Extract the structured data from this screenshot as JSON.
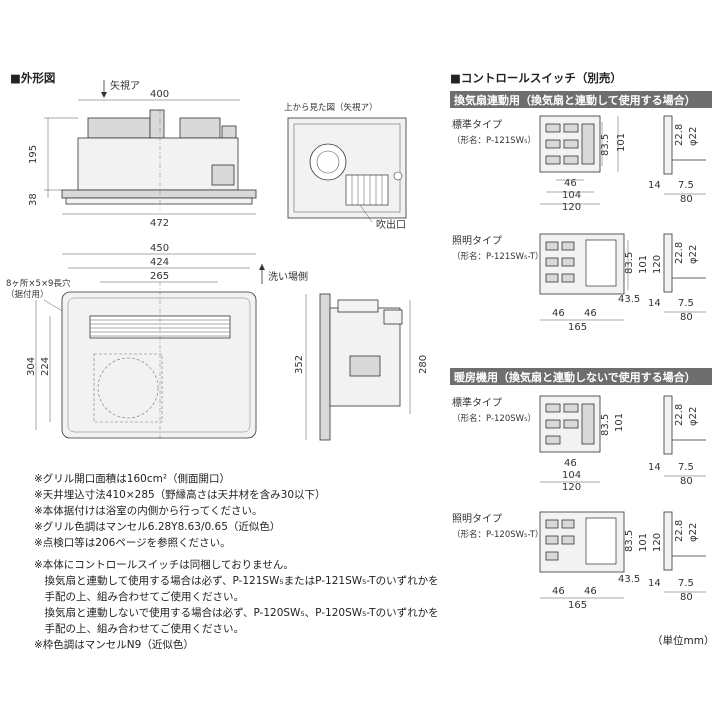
{
  "outline": {
    "title": "■外形図",
    "arrow_view": "矢視ア",
    "top_view_label": "上から見た図（矢視ア）",
    "blow_out": "吹出口",
    "wash_side": "洗い場側",
    "mount_holes": "8ヶ所×5×9長穴",
    "mount_holes_sub": "（据付用）",
    "dims": {
      "w400": "400",
      "h195": "195",
      "h38": "38",
      "w472": "472",
      "w450": "450",
      "w424": "424",
      "w265": "265",
      "h304": "304",
      "h224": "224",
      "h352": "352",
      "h280": "280"
    }
  },
  "switch": {
    "title": "■コントロールスイッチ（別売）",
    "group1_bar": "換気扇連動用（換気扇と連動して使用する場合）",
    "group2_bar": "暖房機用（換気扇と連動しないで使用する場合）",
    "types": [
      {
        "name": "標準タイプ",
        "model": "（形名：P-121SW₅）"
      },
      {
        "name": "照明タイプ",
        "model": "（形名：P-121SW₅-T）"
      },
      {
        "name": "標準タイプ",
        "model": "（形名：P-120SW₅）"
      },
      {
        "name": "照明タイプ",
        "model": "（形名：P-120SW₅-T）"
      }
    ],
    "dims": {
      "d46": "46",
      "d104": "104",
      "d120": "120",
      "d83_5": "83.5",
      "d101": "101",
      "d22_8": "22.8",
      "phi22": "φ22",
      "d14": "14",
      "d7_5": "7.5",
      "d80": "80",
      "d43_5": "43.5",
      "d165": "165"
    }
  },
  "notes": [
    "※グリル開口面積は160cm²（側面開口）",
    "※天井埋込寸法410×285（野縁高さは天井材を含み30以下）",
    "※本体据付けは浴室の内側から行ってください。",
    "※グリル色調はマンセル6.28Y8.63/0.65（近似色）",
    "※点検口等は206ページを参照ください。",
    "※本体にコントロールスイッチは同梱しておりません。",
    "　換気扇と連動して使用する場合は必ず、P-121SW₅またはP-121SW₅-Tのいずれかを",
    "　手配の上、組み合わせてご使用ください。",
    "　換気扇と連動しないで使用する場合は必ず、P-120SW₅、P-120SW₅-Tのいずれかを",
    "　手配の上、組み合わせてご使用ください。",
    "※枠色調はマンセルN9（近似色）"
  ],
  "unit": "（単位mm）",
  "colors": {
    "bar": "#6e6e6e",
    "line": "#333333",
    "body_fill": "#f2f2f2"
  }
}
